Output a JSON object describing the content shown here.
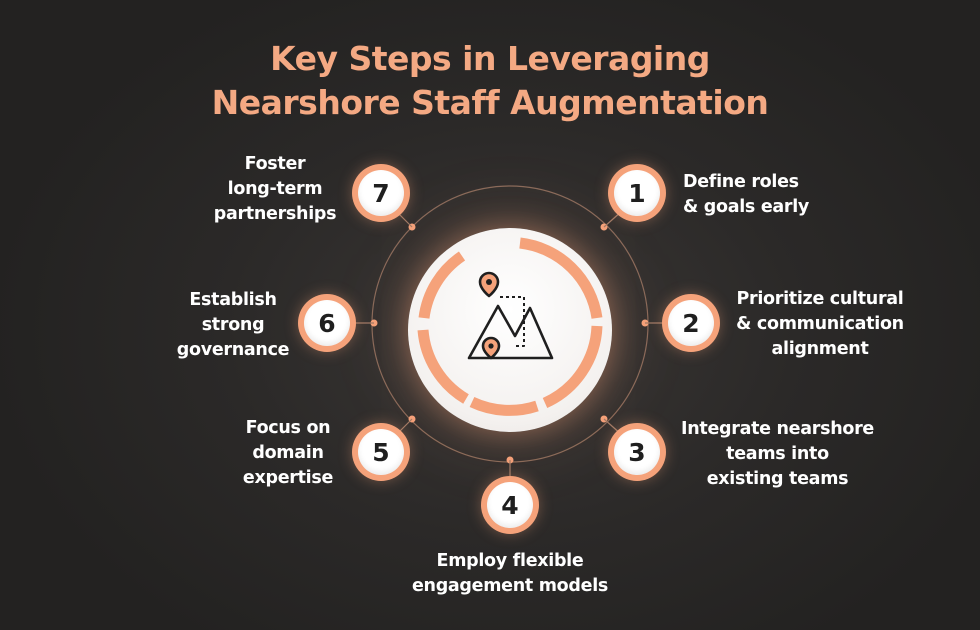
{
  "title_line1": "Key Steps in Leveraging",
  "title_line2": "Nearshore Staff Augmentation",
  "center_icon": "map-pins-mountain-icon",
  "colors": {
    "accent": "#f5a27a",
    "title": "#f4a983",
    "background": "#2b2928",
    "text": "#ffffff"
  },
  "steps": [
    {
      "number": "1",
      "label": "Define roles\n& goals early"
    },
    {
      "number": "2",
      "label": "Prioritize cultural\n& communication\nalignment"
    },
    {
      "number": "3",
      "label": "Integrate nearshore\nteams into\nexisting teams"
    },
    {
      "number": "4",
      "label": "Employ flexible\nengagement models"
    },
    {
      "number": "5",
      "label": "Focus on\ndomain\nexpertise"
    },
    {
      "number": "6",
      "label": "Establish\nstrong\ngovernance"
    },
    {
      "number": "7",
      "label": "Foster\nlong-term\npartnerships"
    }
  ]
}
